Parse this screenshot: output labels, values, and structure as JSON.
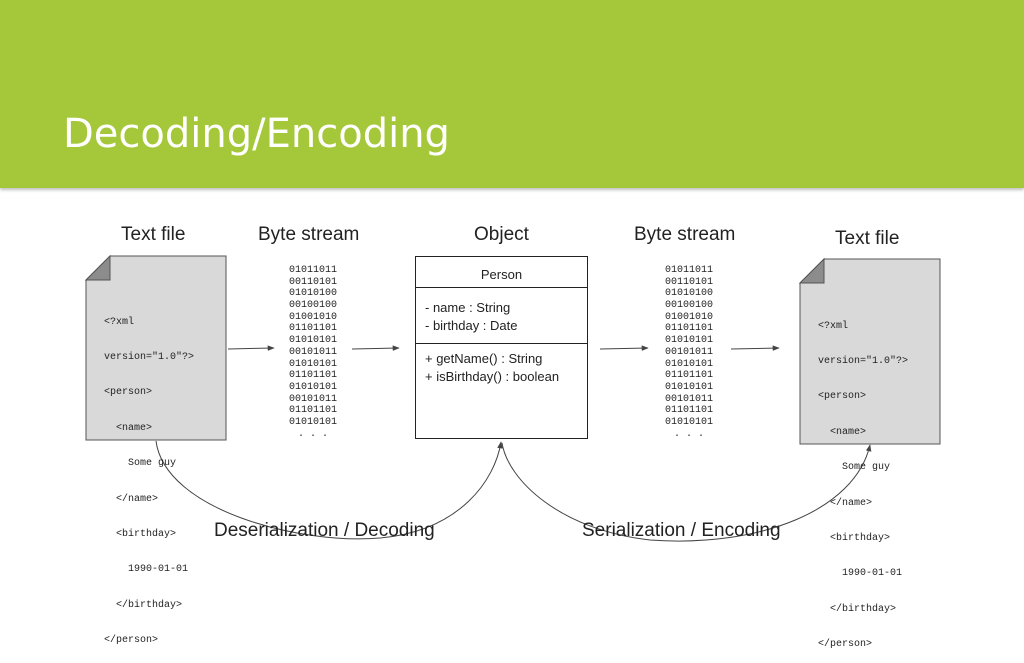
{
  "title": "Decoding/Encoding",
  "columns": {
    "text_file_left": "Text file",
    "byte_stream_left": "Byte stream",
    "object": "Object",
    "byte_stream_right": "Byte stream",
    "text_file_right": "Text file"
  },
  "xml_lines": [
    "<?xml",
    "version=\"1.0\"?>",
    "<person>",
    "  <name>",
    "    Some guy",
    "  </name>",
    "  <birthday>",
    "    1990-01-01",
    "  </birthday>",
    "</person>"
  ],
  "byte_lines": [
    "01011011",
    "00110101",
    "01010100",
    "00100100",
    "01001010",
    "01101101",
    "01010101",
    "00101011",
    "01010101",
    "01101101",
    "01010101",
    "00101011",
    "01101101",
    "01010101",
    ". . ."
  ],
  "class_box": {
    "name": "Person",
    "attributes": [
      "- name : String",
      "- birthday : Date"
    ],
    "methods": [
      "+ getName() : String",
      "+ isBirthday() : boolean"
    ]
  },
  "bottom_labels": {
    "left": "Deserialization / Decoding",
    "right": "Serialization / Encoding"
  },
  "colors": {
    "header": "#a5c83a",
    "file_fill": "#d9d9d9",
    "text": "#222222"
  }
}
